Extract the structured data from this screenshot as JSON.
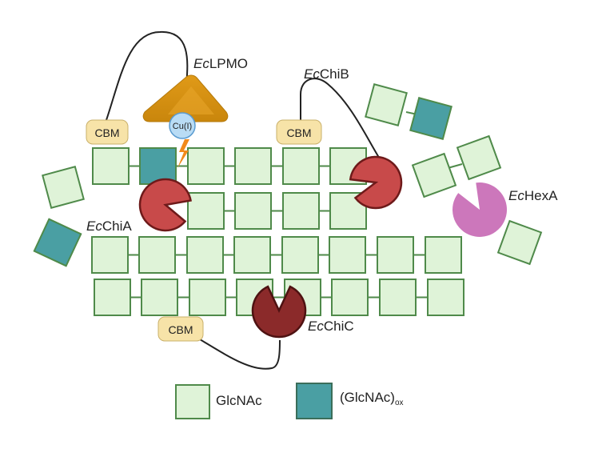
{
  "diagram": {
    "title": "Chitin degradation enzymes of E. coli",
    "enzymes": {
      "lpmo": {
        "prefix": "Ec",
        "name": "LPMO",
        "cofactor": "Cu(I)",
        "color": "#d4910f"
      },
      "chia": {
        "prefix": "Ec",
        "name": "ChiA",
        "color": "#c84a4a"
      },
      "chib": {
        "prefix": "Ec",
        "name": "ChiB",
        "color": "#c84a4a"
      },
      "chic": {
        "prefix": "Ec",
        "name": "ChiC",
        "color": "#8b2a2a"
      },
      "hexa": {
        "prefix": "Ec",
        "name": "HexA",
        "color": "#cc77bb"
      }
    },
    "cbm_label": "CBM",
    "legend": {
      "glcnac": {
        "label": "GlcNAc",
        "color": "#dff3d8"
      },
      "glcnac_ox": {
        "label": "(GlcNAc)",
        "subscript": "ox",
        "color": "#4a9fa3"
      }
    }
  }
}
